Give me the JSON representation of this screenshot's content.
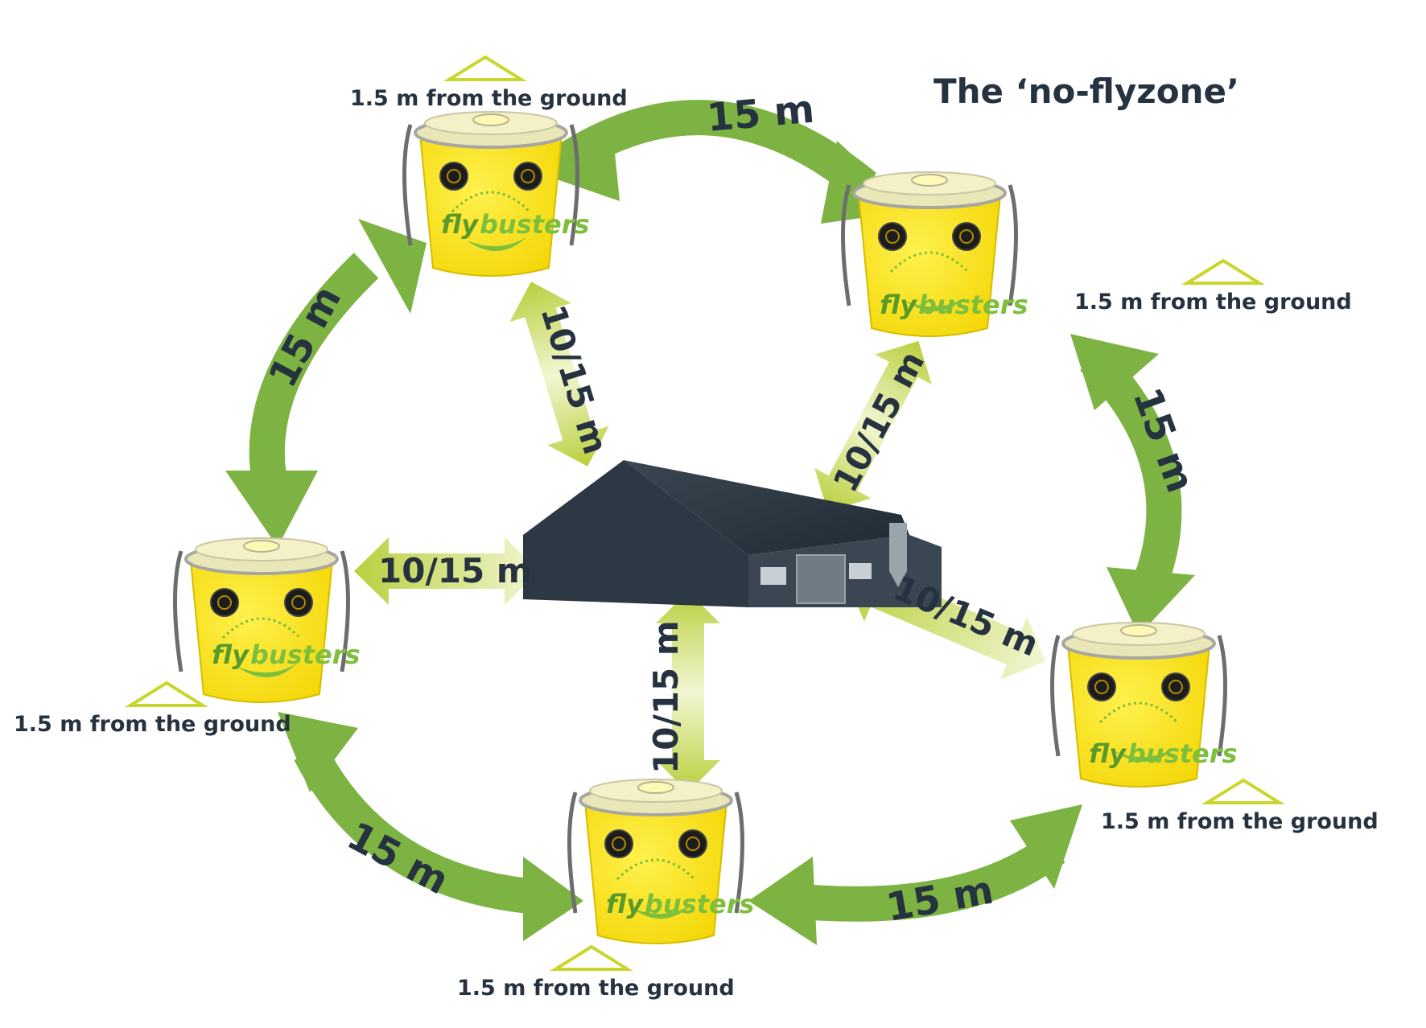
{
  "title": "The ‘no-flyzone’",
  "brand": {
    "part1": "fly",
    "part2": "busters"
  },
  "traps": [
    {
      "id": "top",
      "height_label": "1.5 m from the ground"
    },
    {
      "id": "right",
      "height_label": "1.5 m from the ground"
    },
    {
      "id": "left",
      "height_label": "1.5 m from the ground"
    },
    {
      "id": "bottom-right",
      "height_label": "1.5 m from the ground"
    },
    {
      "id": "bottom",
      "height_label": "1.5 m from the ground"
    }
  ],
  "outer_distances": [
    {
      "between": [
        "top",
        "right"
      ],
      "label": "15 m"
    },
    {
      "between": [
        "top",
        "left"
      ],
      "label": "15 m"
    },
    {
      "between": [
        "right",
        "bottom-right"
      ],
      "label": "15 m"
    },
    {
      "between": [
        "left",
        "bottom"
      ],
      "label": "15 m"
    },
    {
      "between": [
        "bottom",
        "bottom-right"
      ],
      "label": "15 m"
    }
  ],
  "inner_distances": [
    {
      "between": [
        "top",
        "barn"
      ],
      "label": "10/15 m"
    },
    {
      "between": [
        "right",
        "barn"
      ],
      "label": "10/15 m"
    },
    {
      "between": [
        "left",
        "barn"
      ],
      "label": "10/15 m"
    },
    {
      "between": [
        "bottom",
        "barn"
      ],
      "label": "10/15 m"
    },
    {
      "between": [
        "bottom-right",
        "barn"
      ],
      "label": "10/15 m"
    }
  ],
  "colors": {
    "outer_arrow": "#7cb342",
    "inner_arrow_dark": "#b9cf3c",
    "inner_arrow_light": "#f2f6d2",
    "bucket": "#ffe41a",
    "text": "#26323f",
    "triangle": "#c9d62e"
  }
}
